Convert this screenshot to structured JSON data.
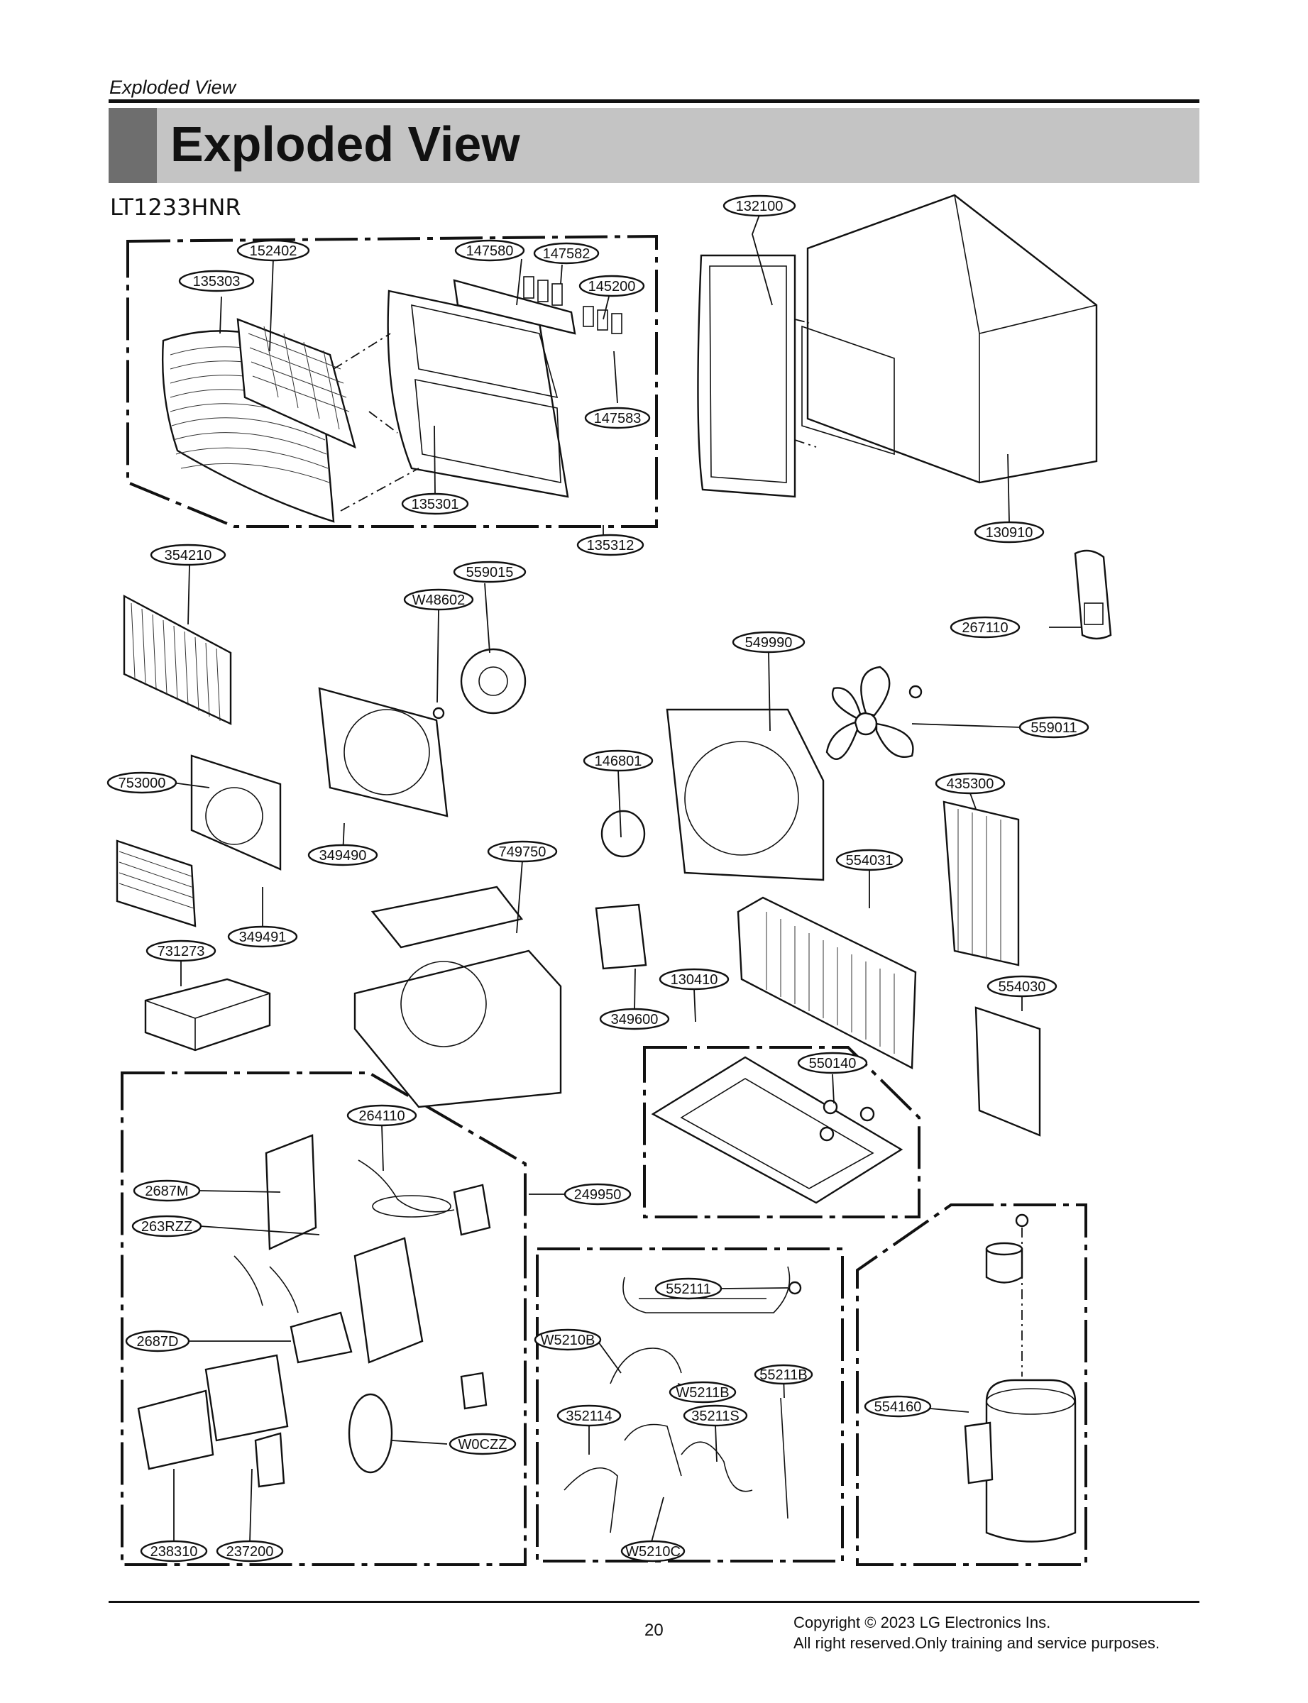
{
  "header": {
    "section_label": "Exploded View",
    "title": "Exploded View",
    "model": "LT1233HNR"
  },
  "parts": {
    "p132100": "132100",
    "p152402": "152402",
    "p147580": "147580",
    "p147582": "147582",
    "p135303": "135303",
    "p145200": "145200",
    "p147583": "147583",
    "p135301": "135301",
    "p135312": "135312",
    "p130910": "130910",
    "p354210": "354210",
    "p559015": "559015",
    "pW48602": "W48602",
    "p267110": "267110",
    "p549990": "549990",
    "p559011": "559011",
    "p146801": "146801",
    "p435300": "435300",
    "p753000": "753000",
    "p349490": "349490",
    "p749750": "749750",
    "p554031": "554031",
    "p349491": "349491",
    "p731273": "731273",
    "p130410": "130410",
    "p554030": "554030",
    "p349600": "349600",
    "p550140": "550140",
    "p264110": "264110",
    "p2687M": "2687M",
    "p249950": "249950",
    "p263RZZ": "263RZZ",
    "p552111": "552111",
    "pW5210B": "W5210B",
    "p55211B": "55211B",
    "pW5211B": "W5211B",
    "p2687D": "2687D",
    "p554160": "554160",
    "p352114": "352114",
    "p35211S": "35211S",
    "pW0CZZ": "W0CZZ",
    "pW5210C": "W5210C",
    "p238310": "238310",
    "p237200": "237200"
  },
  "footer": {
    "page_number": "20",
    "copyright_line1": "Copyright © 2023 LG Electronics Ins.",
    "copyright_line2": "All right reserved.Only training and service purposes."
  }
}
